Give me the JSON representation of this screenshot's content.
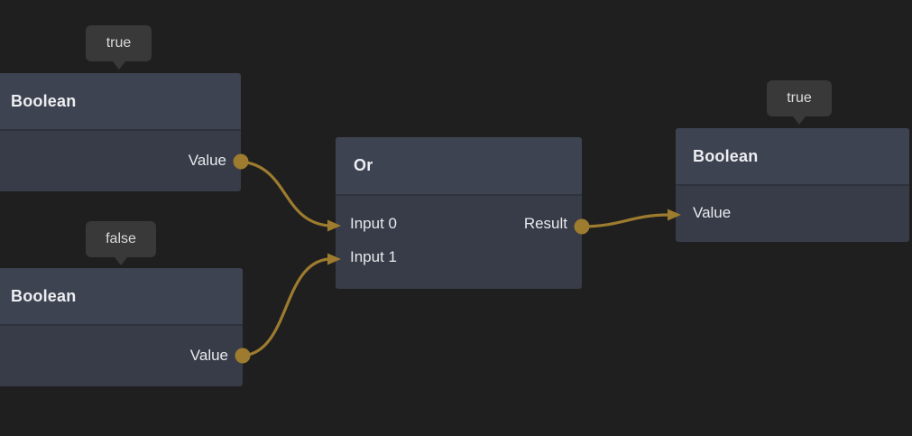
{
  "editor": {
    "background_color": "#1f1f1f",
    "node_header_color": "#3e4351",
    "node_body_color": "#373c48",
    "wire_color": "#9d7b2f",
    "tooltip_color": "#393939"
  },
  "nodes": [
    {
      "id": "boolean-1",
      "title": "Boolean",
      "tooltip_value": "true",
      "ports": [
        {
          "name": "Value",
          "direction": "output"
        }
      ]
    },
    {
      "id": "boolean-2",
      "title": "Boolean",
      "tooltip_value": "false",
      "ports": [
        {
          "name": "Value",
          "direction": "output"
        }
      ]
    },
    {
      "id": "or-gate",
      "title": "Or",
      "ports": [
        {
          "name": "Input 0",
          "direction": "input"
        },
        {
          "name": "Input 1",
          "direction": "input"
        },
        {
          "name": "Result",
          "direction": "output"
        }
      ]
    },
    {
      "id": "boolean-result",
      "title": "Boolean",
      "tooltip_value": "true",
      "ports": [
        {
          "name": "Value",
          "direction": "input"
        }
      ]
    }
  ]
}
